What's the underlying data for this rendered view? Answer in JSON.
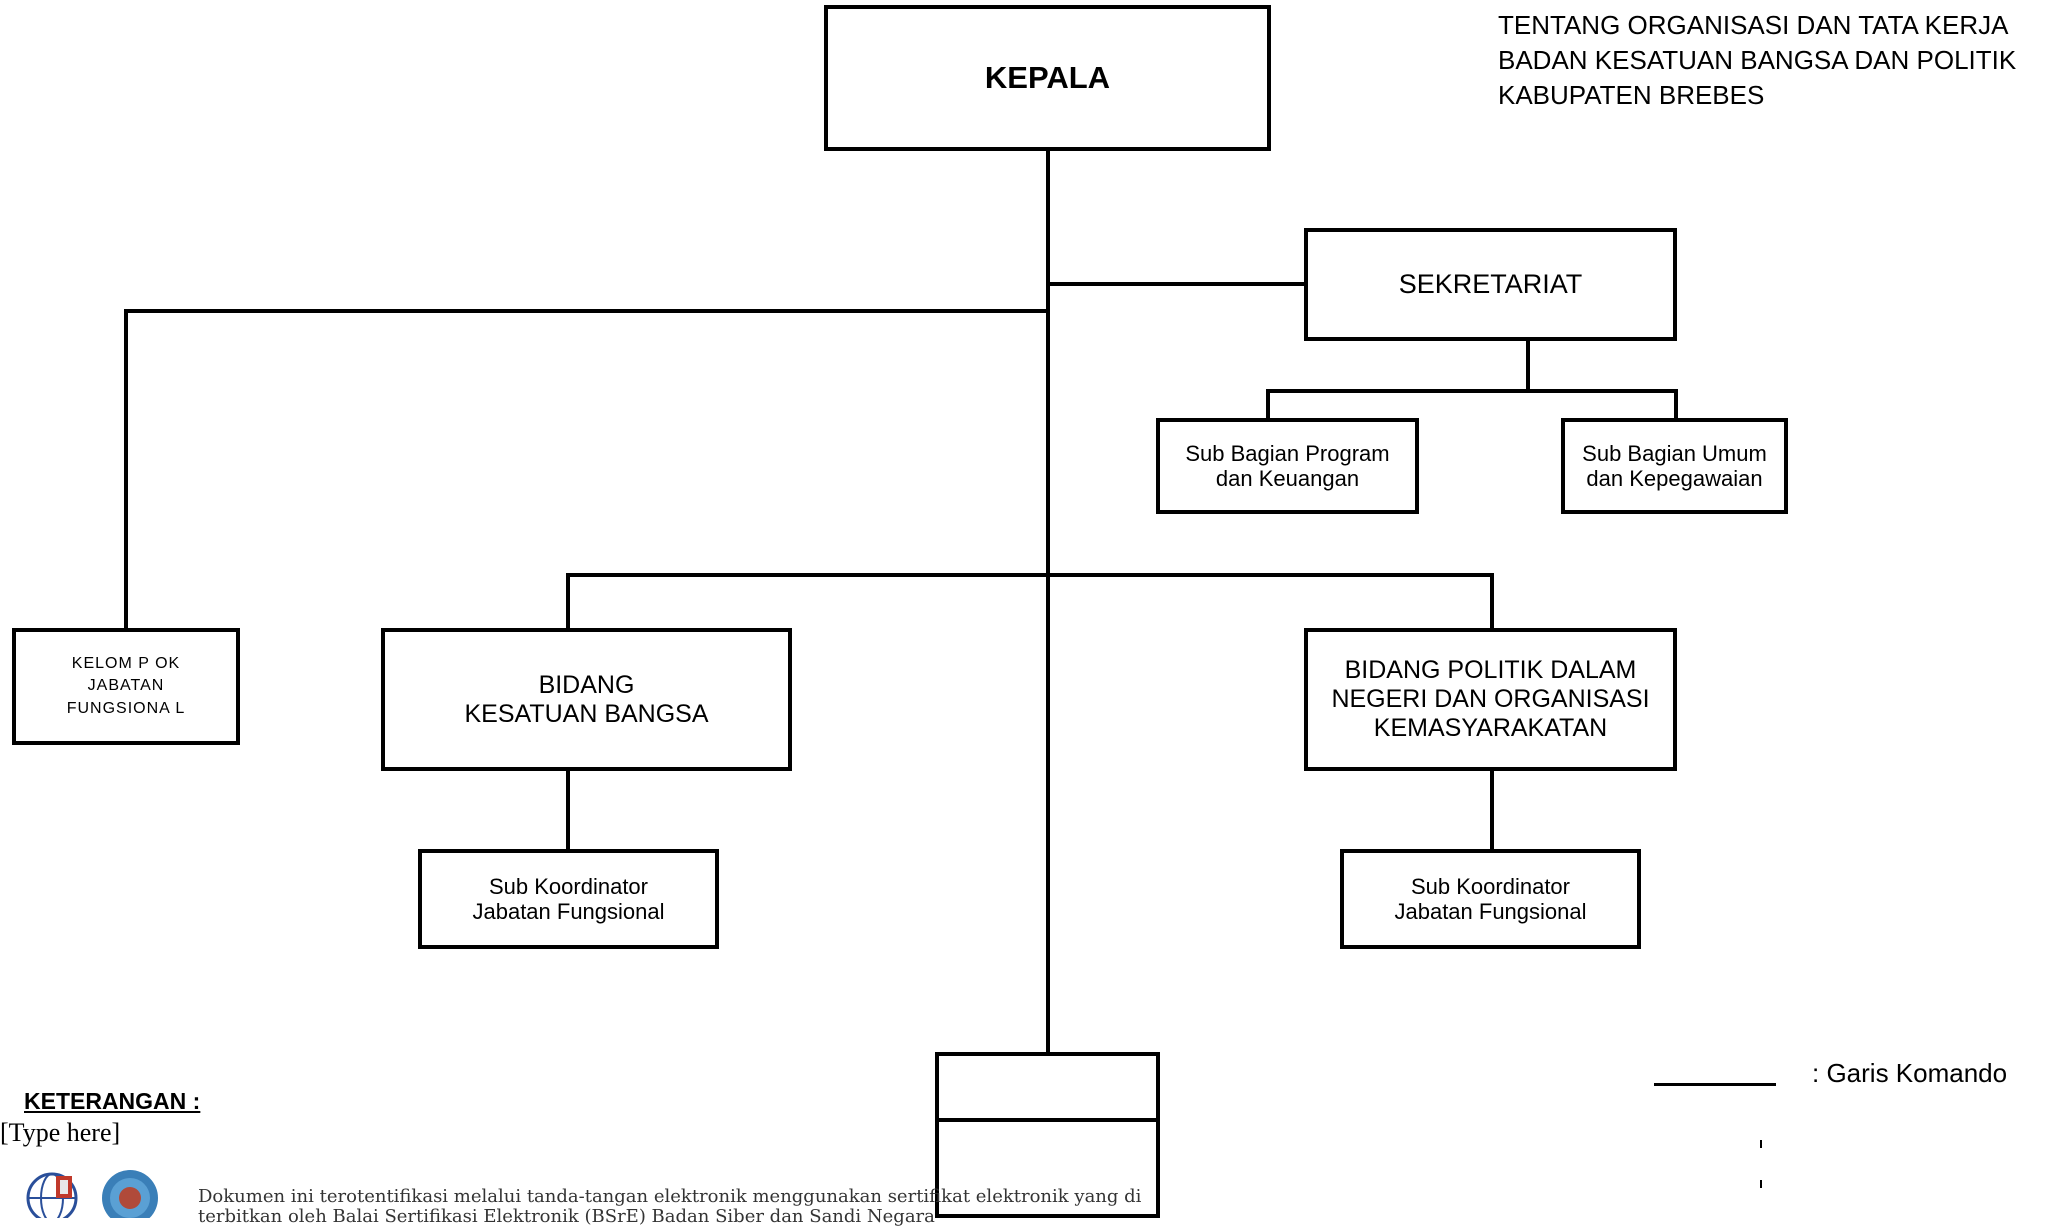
{
  "header_lines": [
    "TENTANG ORGANISASI DAN TATA  KERJA",
    "BADAN KESATUAN BANGSA DAN POLITIK",
    "KABUPATEN BREBES"
  ],
  "nodes": {
    "kepala": [
      "KEPALA"
    ],
    "sekretariat": [
      "SEKRETARIAT"
    ],
    "sub_program": [
      "Sub Bagian Program",
      "dan Keuangan"
    ],
    "sub_umum": [
      "Sub Bagian Umum",
      "dan Kepegawaian"
    ],
    "kelompok": [
      "KELOM  P OK",
      "JABATAN",
      "FUNGSIONA  L"
    ],
    "bidang_kesatuan": [
      "BIDANG",
      "KESATUAN   BANGSA"
    ],
    "bidang_politik": [
      "BIDANG  POLITIK  DALAM",
      "NEGERI  DAN  ORGANISASI",
      "KEMASYARAKATAN"
    ],
    "subkoor_left": [
      "Sub Koordinator",
      "Jabatan Fungsional"
    ],
    "subkoor_right": [
      "Sub Koordinator",
      "Jabatan Fungsional"
    ]
  },
  "legend": {
    "heading": "KETERANGAN  :",
    "placeholder": "[Type here]",
    "garis_komando": ": Garis Komando"
  },
  "footer": {
    "line1": "Dokumen ini terotentifikasi melalui tanda-tangan elektronik menggunakan sertifikat elektronik yang di",
    "line2": "terbitkan oleh Balai Sertifikasi Elektronik (BSrE) Badan Siber dan Sandi Negara"
  }
}
